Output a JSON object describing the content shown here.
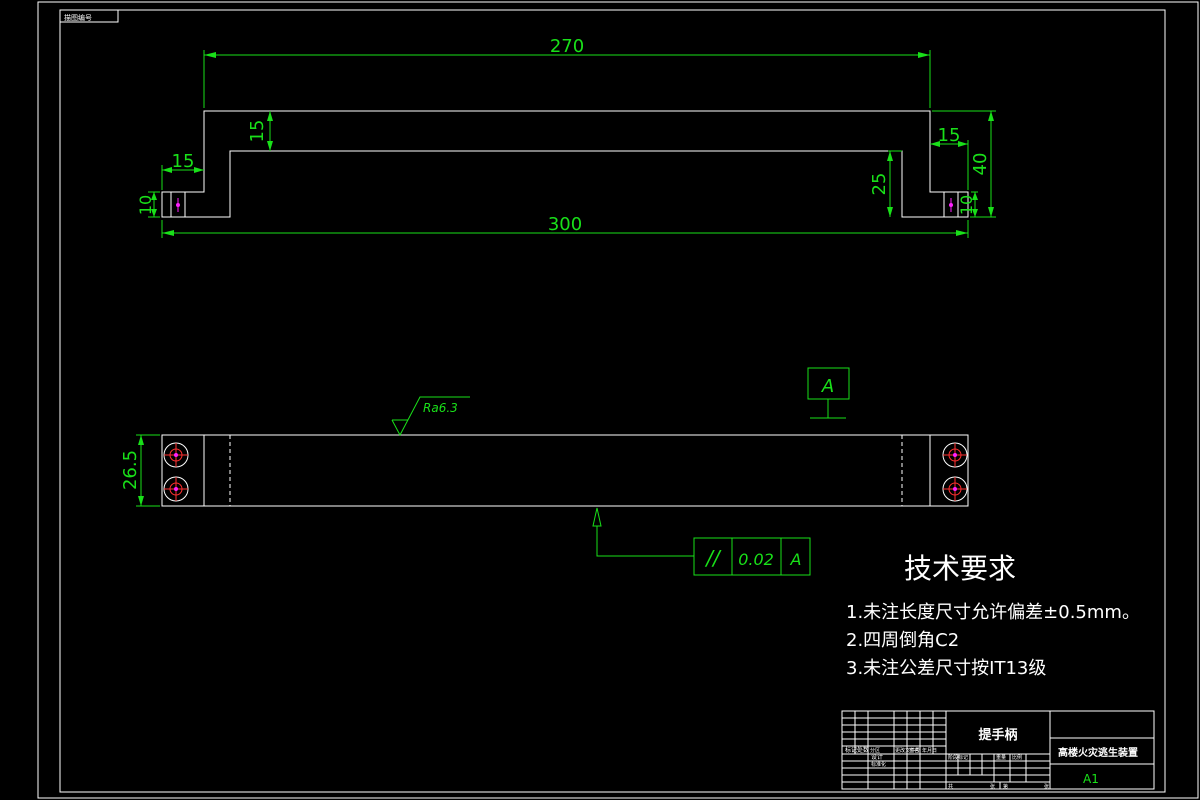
{
  "frame": {
    "corner_tag": "描图编号"
  },
  "front_view": {
    "dim_overall_top": "270",
    "dim_overall_bottom": "300",
    "dim_thickness": "15",
    "dim_left_foot": "15",
    "dim_right_foot": "15",
    "dim_left_height": "10",
    "dim_right_height": "10",
    "dim_inner_height": "25",
    "dim_total_height": "40"
  },
  "top_view": {
    "dim_width": "26.5",
    "roughness": "Ra6.3",
    "datum_label": "A",
    "tolerance": {
      "symbol": "//",
      "value": "0.02",
      "datum": "A"
    }
  },
  "tech_requirements": {
    "title": "技术要求",
    "items": [
      "1.未注长度尺寸允许偏差±0.5mm。",
      "2.四周倒角C2",
      "3.未注公差尺寸按IT13级"
    ]
  },
  "title_block": {
    "part_name": "提手柄",
    "assembly_name": "高楼火灾逃生装置",
    "sheet_size": "A1",
    "small_labels": [
      "标记",
      "处数",
      "分区",
      "更改文件号",
      "签名",
      "年月日",
      "设计",
      "标准化",
      "阶段标记",
      "重量",
      "比例",
      "共",
      "张",
      "第",
      "张"
    ]
  }
}
